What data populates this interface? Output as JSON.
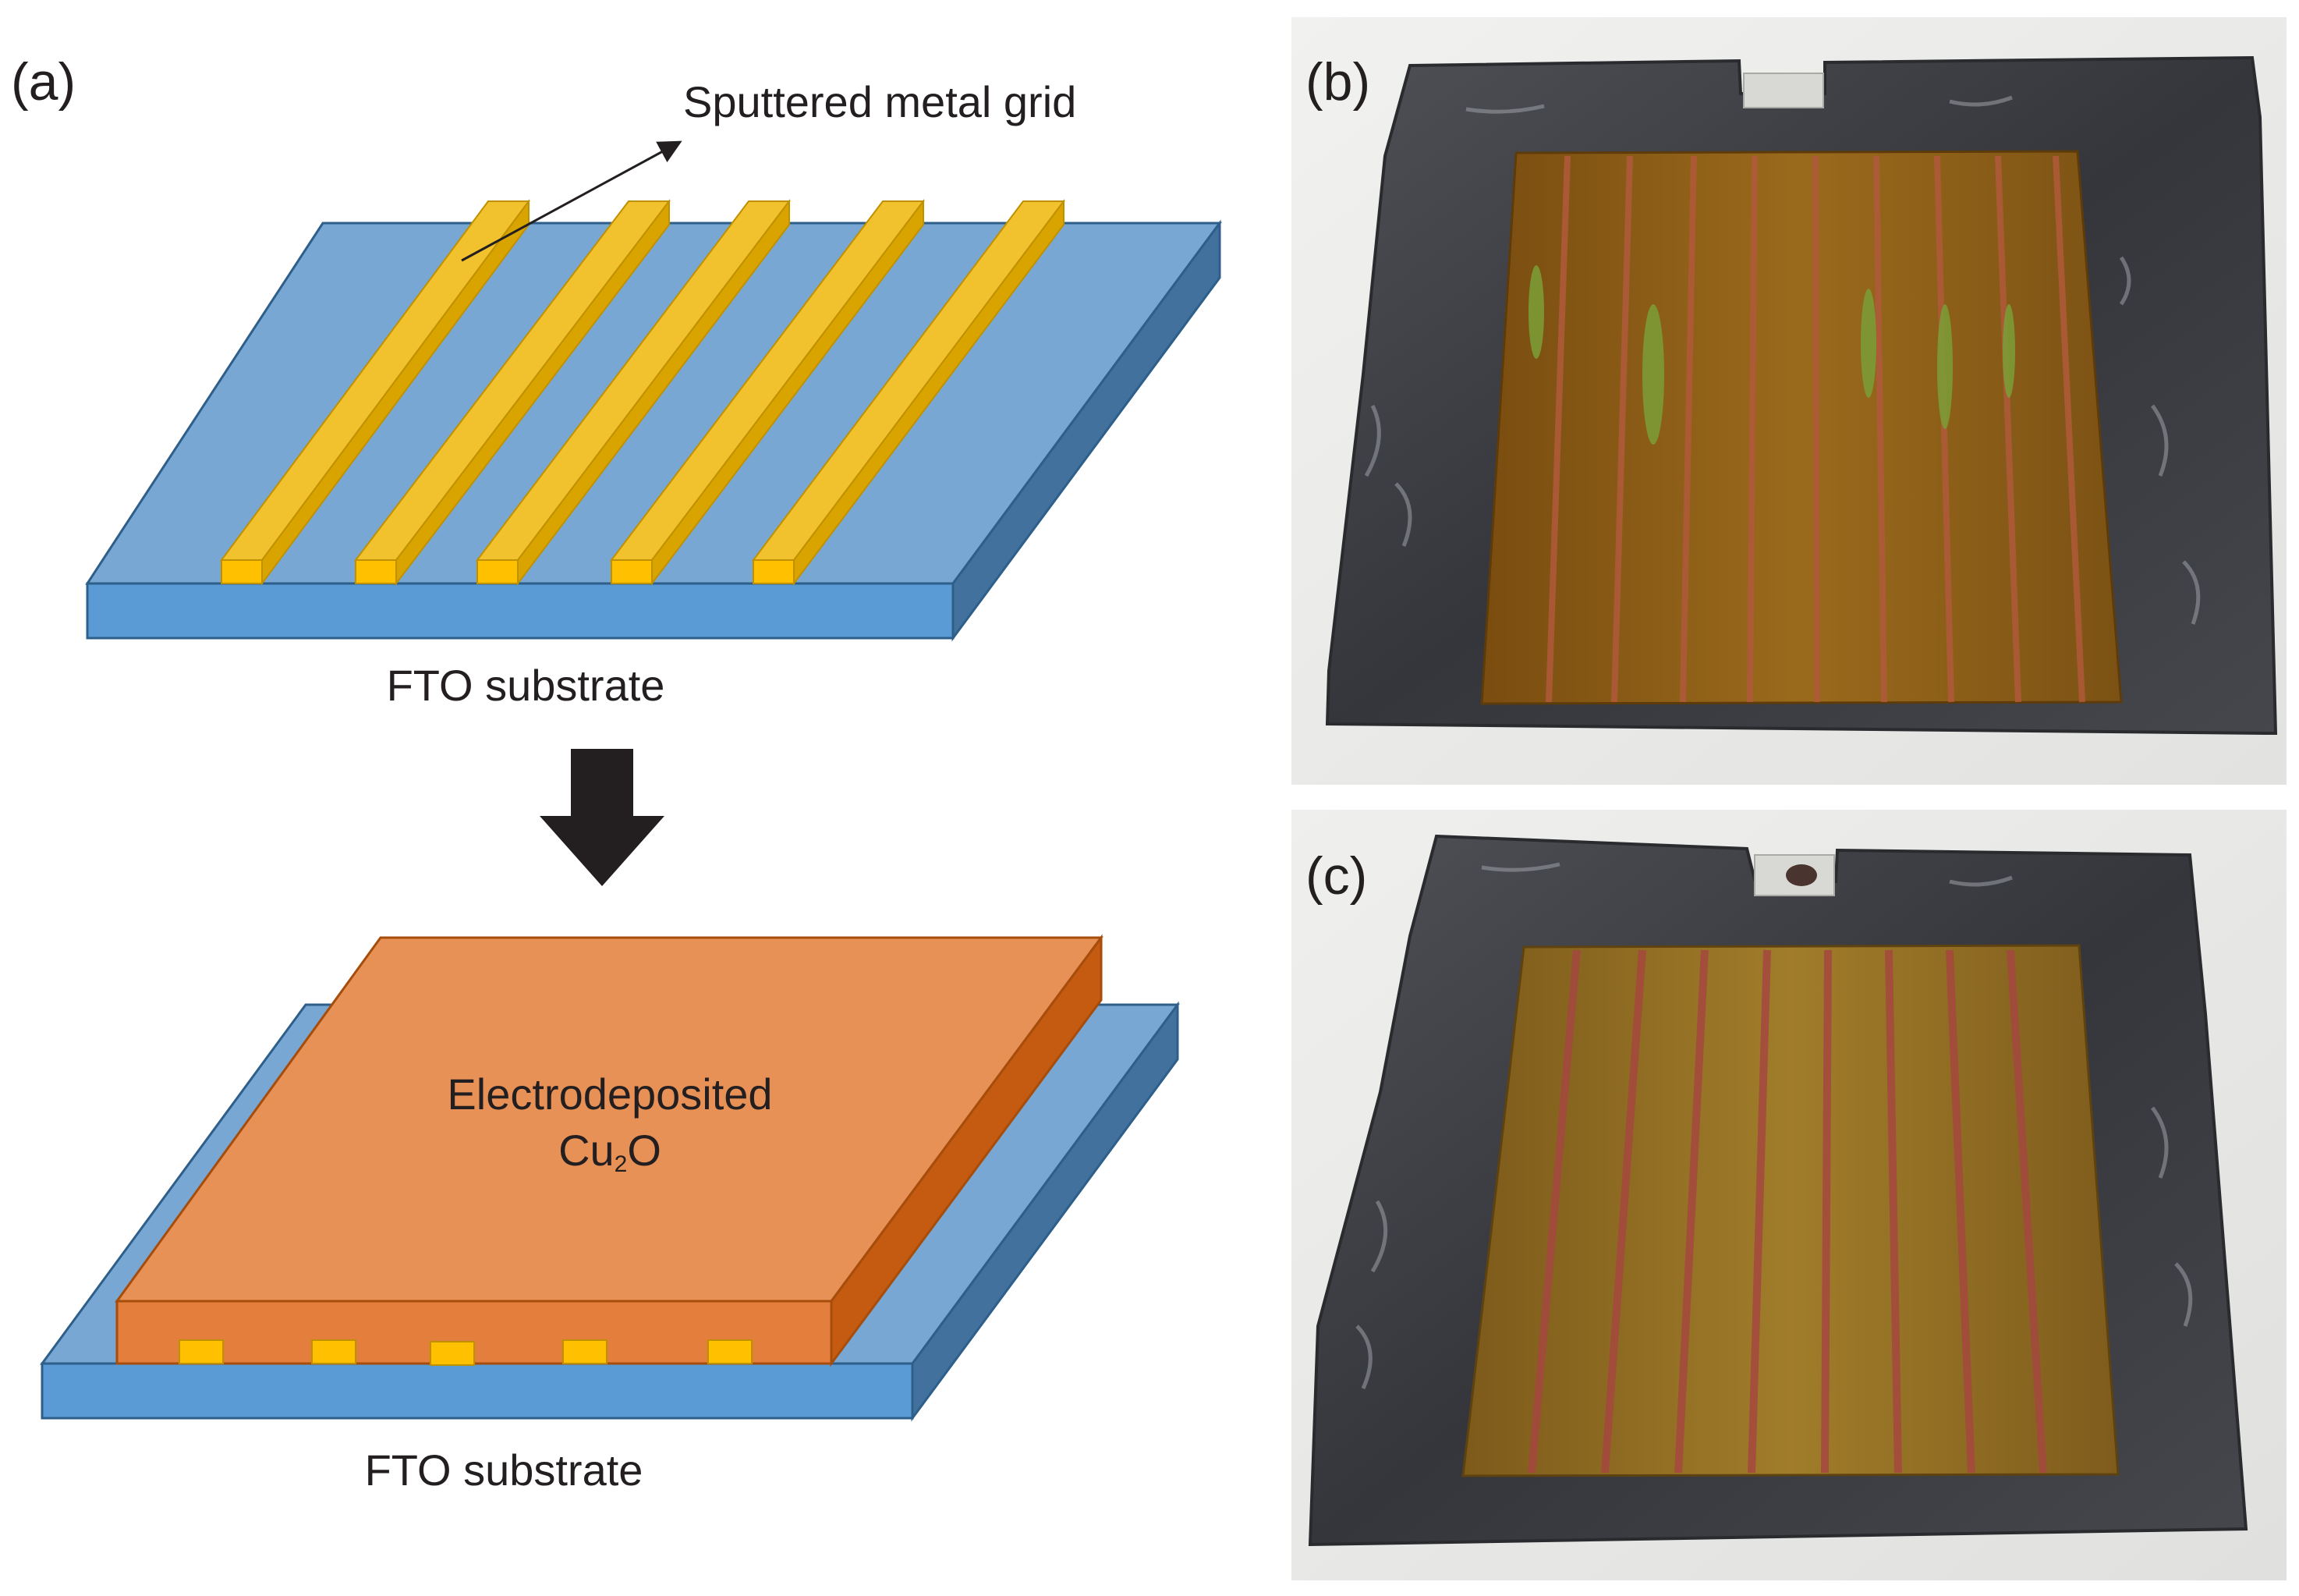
{
  "figure": {
    "panel_a": {
      "label": "(a)",
      "callout": "Sputtered metal grid",
      "top_substrate_label": "FTO substrate",
      "layer_label_line1": "Electrodeposited",
      "layer_label_line2_base": "Cu",
      "layer_label_line2_sub": "2",
      "layer_label_line2_end": "O",
      "bottom_substrate_label": "FTO substrate",
      "arrow_icon": "down-arrow-icon"
    },
    "panel_b": {
      "label": "(b)"
    },
    "panel_c": {
      "label": "(c)"
    },
    "colors": {
      "fto_top": "#79a7d3",
      "fto_front": "#5b9bd5",
      "fto_side": "#41719c",
      "grid_top": "#f2c12e",
      "grid_front": "#ffc000",
      "grid_edge": "#bf9000",
      "cu2o_top": "#e89156",
      "cu2o_front": "#e47e3d",
      "cu2o_side": "#c55a11",
      "arrow": "#231f20",
      "encapsulant": "#3e4045",
      "photo_background": "#ebebea",
      "sample_b": "#8a5a14",
      "sample_c": "#8e6b22"
    }
  }
}
